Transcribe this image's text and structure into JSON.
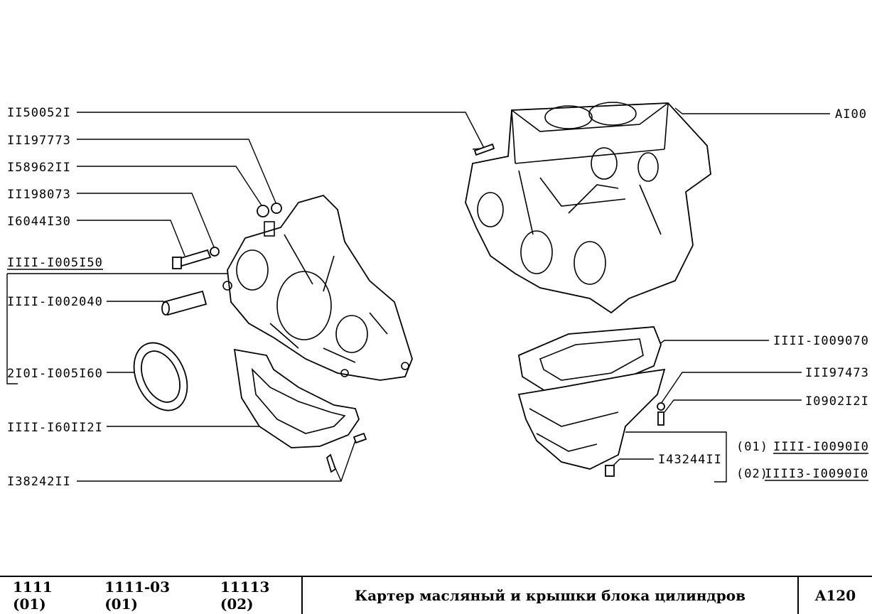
{
  "labels": {
    "l1": "II50052I",
    "l2": "II197773",
    "l3": "I58962II",
    "l4": "II198073",
    "l5": "I6044I30",
    "l6": "IIII-I005I50",
    "l7": "IIII-I002040",
    "l8": "2I0I-I005I60",
    "l9": "IIII-I60II2I",
    "l10": "I38242II",
    "r1": "AI00",
    "r2": "IIII-I009070",
    "r3": "III97473",
    "r4": "I0902I2I",
    "r5": "I43244II",
    "r6_prefix": "(01)",
    "r6": "IIII-I0090I0",
    "r7_prefix": "(02)",
    "r7": "IIII3-I0090I0"
  },
  "footer": {
    "model1": "1111 (01)",
    "model2": "1111-03 (01)",
    "model3": "11113 (02)",
    "title": "Картер масляный и крышки блока цилиндров",
    "code": "A120"
  }
}
